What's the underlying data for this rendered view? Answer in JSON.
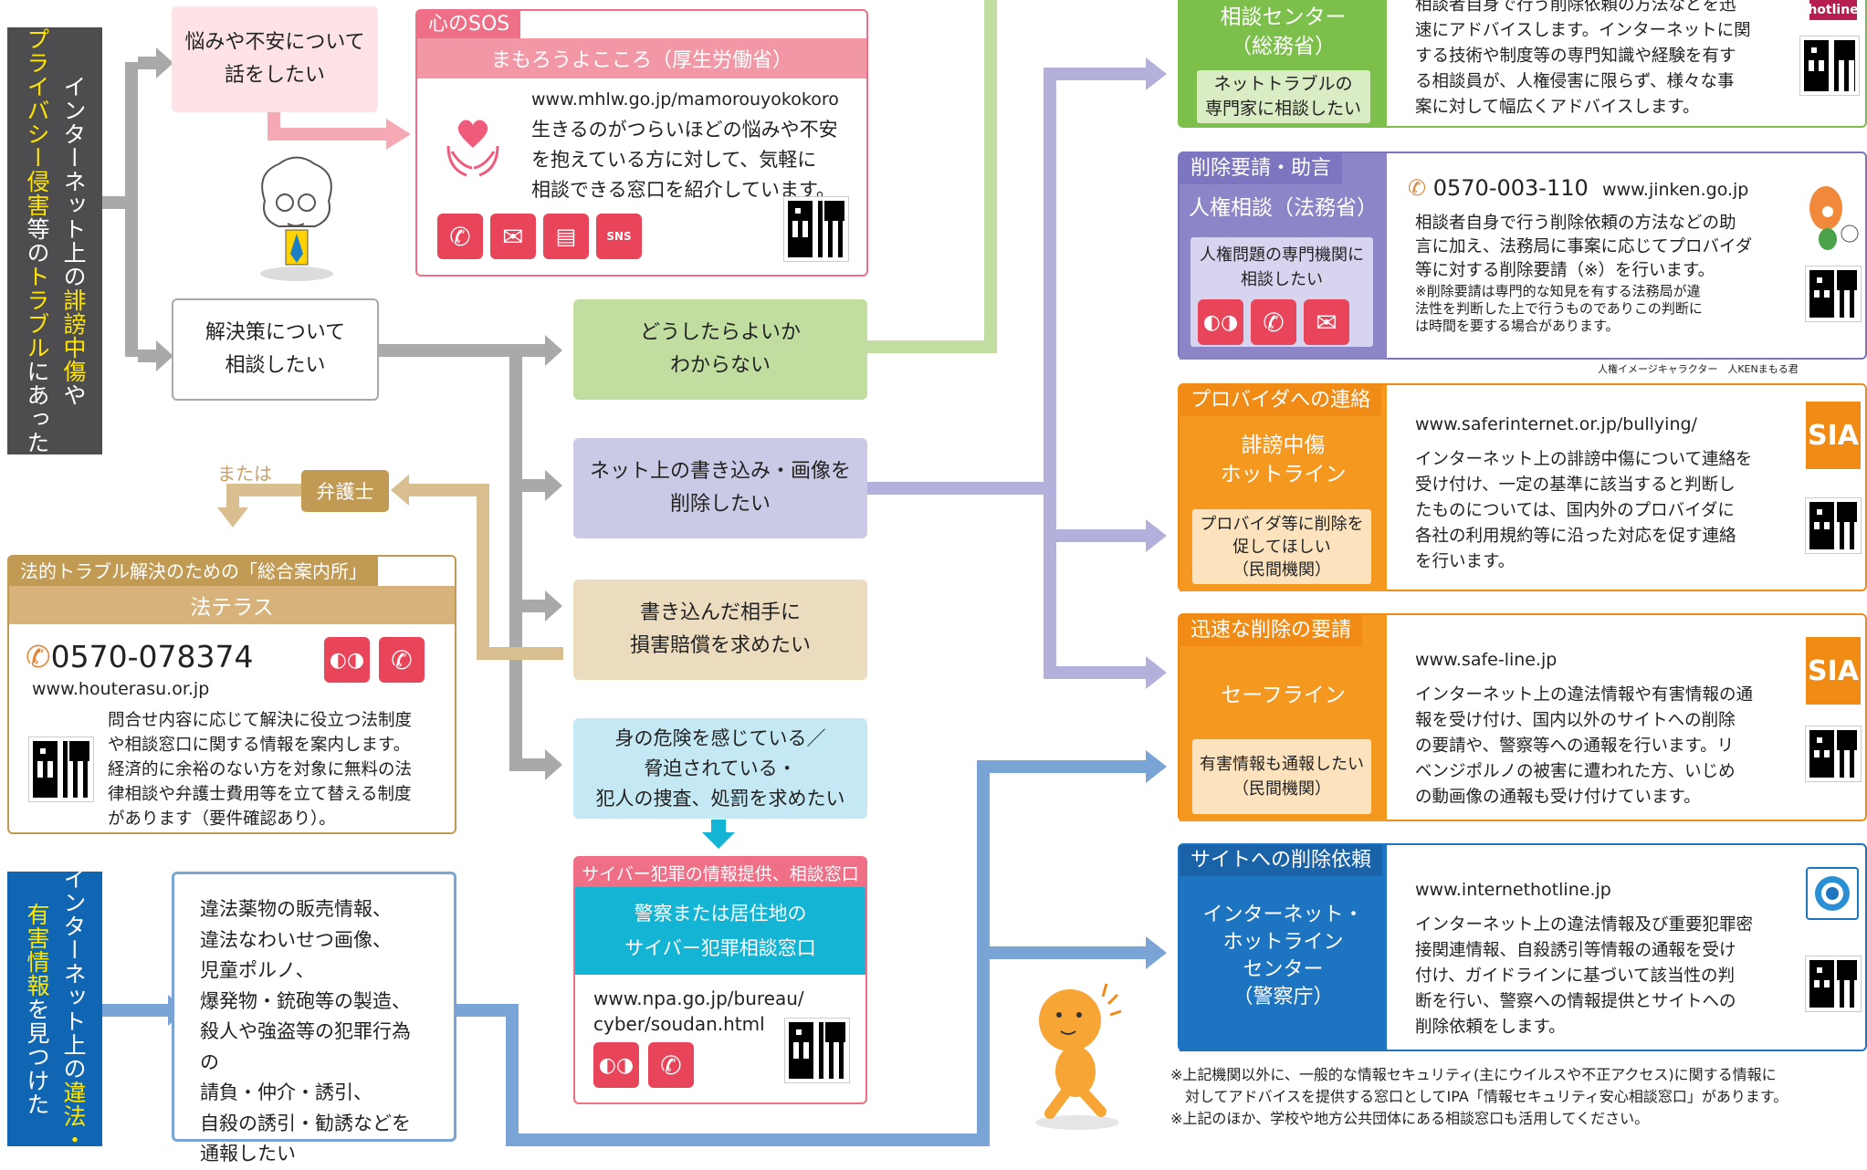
{
  "left_titles": {
    "top": {
      "l1a": "インターネット上の",
      "l1b": "誹謗中傷",
      "l1c": "や",
      "l2a": "プライバシー侵害",
      "l2b": "等の",
      "l2c": "トラブル",
      "l2d": "にあった"
    },
    "bottom": {
      "l1": "インターネット上の",
      "l1b": "違法",
      "l1c": "・",
      "l2a": "有害情報",
      "l2b": "を見つけた"
    }
  },
  "choices": {
    "worry": "悩みや不安について\n話をしたい",
    "consult": "解決策について\n相談したい",
    "unknown": "どうしたらよいか\nわからない",
    "delete": "ネット上の書き込み・画像を\n削除したい",
    "damages": "書き込んだ相手に\n損害賠償を求めたい",
    "danger": "身の危険を感じている／\n脅迫されている・\n犯人の捜査、処罰を求めたい",
    "illegal": "違法薬物の販売情報、\n違法なわいせつ画像、\n児童ポルノ、\n爆発物・銃砲等の製造、\n殺人や強盗等の犯罪行為の\n請負・仲介・誘引、\n自殺の誘引・勧誘などを\n通報したい"
  },
  "sos": {
    "tag": "心のSOS",
    "title": "まもろうよこころ（厚生労働省）",
    "url": "www.mhlw.go.jp/mamorouyokokoro",
    "body": "生きるのがつらいほどの悩みや不安\nを抱えている方に対して、気軽に\n相談できる窓口を紹介しています。",
    "sns": "SNS"
  },
  "lawyer": {
    "or": "または",
    "label": "弁護士"
  },
  "houterasu": {
    "tag": "法的トラブル解決のための「総合案内所」",
    "title": "法テラス",
    "phone": "0570-078374",
    "url": "www.houterasu.or.jp",
    "body": "問合せ内容に応じて解決に役立つ法制度\nや相談窓口に関する情報を案内します。\n経済的に余裕のない方を対象に無料の法\n律相談や弁護士費用等を立て替える制度\nがあります（要件確認あり）。"
  },
  "cyber": {
    "tag": "サイバー犯罪の情報提供、相談窓口",
    "title": "警察または居住地の\nサイバー犯罪相談窓口",
    "url": "www.npa.go.jp/bureau/\ncyber/soudan.html"
  },
  "ihc": {
    "org": "相談センター\n（総務省）",
    "sub": "ネットトラブルの\n専門家に相談したい",
    "body": "相談者自身で行う削除依頼の方法などを迅\n速にアドバイスします。インターネットに関\nする技術や制度等の専門知識や経験を有す\nる相談員が、人権侵害に限らず、様々な事\n案に対して幅広くアドバイスします。",
    "logo": "hotline"
  },
  "jinken": {
    "tag": "削除要請・助言",
    "org": "人権相談（法務省）",
    "sub": "人権問題の専門機関に\n相談したい",
    "phone": "0570-003-110",
    "url": "www.jinken.go.jp",
    "body": "相談者自身で行う削除依頼の方法などの助\n言に加え、法務局に事案に応じてプロバイダ\n等に対する削除要請（※）を行います。",
    "note": "※削除要請は専門的な知見を有する法務局が違\n法性を判断した上で行うものでありこの判断に\nは時間を要する場合があります。",
    "caption": "人権イメージキャラクター　人KENまもる君"
  },
  "slander": {
    "tag": "プロバイダへの連絡",
    "org": "誹謗中傷\nホットライン",
    "sub": "プロバイダ等に削除を\n促してほしい\n（民間機関）",
    "url": "www.saferinternet.or.jp/bullying/",
    "body": "インターネット上の誹謗中傷について連絡を\n受け付け、一定の基準に該当すると判断し\nたものについては、国内外のプロバイダに\n各社の利用規約等に沿った対応を促す連絡\nを行います。",
    "logo": "SIA"
  },
  "safeline": {
    "tag": "迅速な削除の要請",
    "org": "セーフライン",
    "sub": "有害情報も通報したい\n（民間機関）",
    "url": "www.safe-line.jp",
    "body": "インターネット上の違法情報や有害情報の通\n報を受け付け、国内以外のサイトへの削除\nの要請や、警察等への通報を行います。リ\nベンジポルノの被害に遭われた方、いじめ\nの動画像の通報も受け付けています。",
    "logo": "SIA"
  },
  "iho": {
    "tag": "サイトへの削除依頼",
    "org": "インターネット・\nホットライン\nセンター\n（警察庁）",
    "url": "www.internethotline.jp",
    "body": "インターネット上の違法情報及び重要犯罪密\n接関連情報、自殺誘引等情報の通報を受け\n付け、ガイドラインに基づいて該当性の判\n断を行い、警察への情報提供とサイトへの\n削除依頼をします。"
  },
  "footnote": "※上記機関以外に、一般的な情報セキュリティ(主にウイルスや不正アクセス)に関する情報に\n　対してアドバイスを提供する窓口としてIPA「情報セキュリティ安心相談窓口」があります。\n※上記のほか、学校や地方公共団体にある相談窓口も活用してください。",
  "colors": {
    "gray": "#a9a9a9",
    "green": "#c1dea0",
    "purple": "#b3b1db",
    "tan": "#d9bf90",
    "blue": "#7aa3d6",
    "pink": "#ef8a9a",
    "orange": "#f5981f"
  }
}
